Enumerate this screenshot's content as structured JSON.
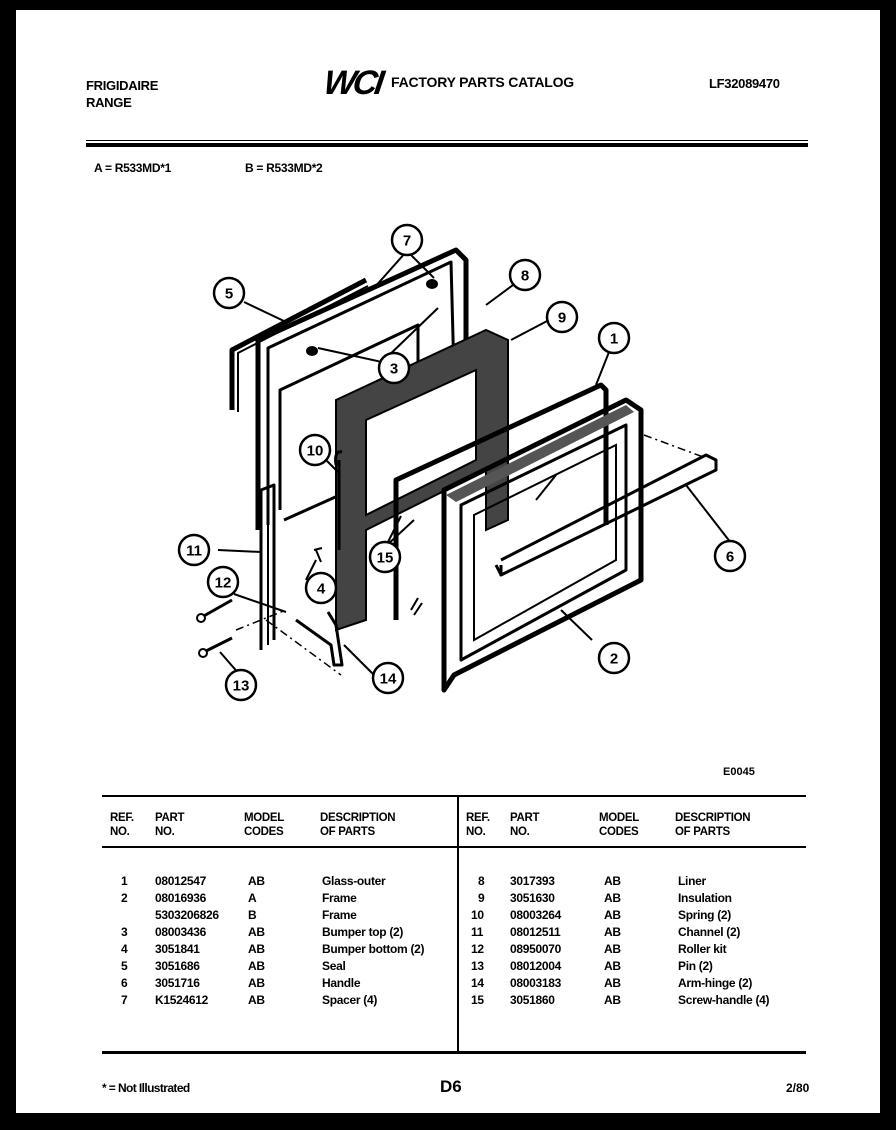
{
  "header": {
    "brand_line1": "FRIGIDAIRE",
    "brand_line2": "RANGE",
    "logo": "WCI",
    "catalog_title": "FACTORY PARTS CATALOG",
    "catalog_number": "LF32089470"
  },
  "models": {
    "a": "A = R533MD*1",
    "b": "B = R533MD*2"
  },
  "diagram": {
    "figure_id": "E0045",
    "callouts": [
      "1",
      "2",
      "3",
      "4",
      "5",
      "6",
      "7",
      "8",
      "9",
      "10",
      "11",
      "12",
      "13",
      "14",
      "15"
    ]
  },
  "table": {
    "headers": {
      "ref_line1": "REF.",
      "ref_line2": "NO.",
      "part_line1": "PART",
      "part_line2": "NO.",
      "model_line1": "MODEL",
      "model_line2": "CODES",
      "desc_line1": "DESCRIPTION",
      "desc_line2": "OF PARTS"
    },
    "left_rows": [
      {
        "ref": "1",
        "part": "08012547",
        "model": "AB",
        "desc": "Glass-outer"
      },
      {
        "ref": "2",
        "part": "08016936",
        "model": "A",
        "desc": "Frame"
      },
      {
        "ref": "",
        "part": "5303206826",
        "model": "B",
        "desc": "Frame"
      },
      {
        "ref": "3",
        "part": "08003436",
        "model": "AB",
        "desc": "Bumper top (2)"
      },
      {
        "ref": "4",
        "part": "3051841",
        "model": "AB",
        "desc": "Bumper bottom (2)"
      },
      {
        "ref": "5",
        "part": "3051686",
        "model": "AB",
        "desc": "Seal"
      },
      {
        "ref": "6",
        "part": "3051716",
        "model": "AB",
        "desc": "Handle"
      },
      {
        "ref": "7",
        "part": "K1524612",
        "model": "AB",
        "desc": "Spacer (4)"
      }
    ],
    "right_rows": [
      {
        "ref": "8",
        "part": "3017393",
        "model": "AB",
        "desc": "Liner"
      },
      {
        "ref": "9",
        "part": "3051630",
        "model": "AB",
        "desc": "Insulation"
      },
      {
        "ref": "10",
        "part": "08003264",
        "model": "AB",
        "desc": "Spring (2)"
      },
      {
        "ref": "11",
        "part": "08012511",
        "model": "AB",
        "desc": "Channel (2)"
      },
      {
        "ref": "12",
        "part": "08950070",
        "model": "AB",
        "desc": "Roller kit"
      },
      {
        "ref": "13",
        "part": "08012004",
        "model": "AB",
        "desc": "Pin (2)"
      },
      {
        "ref": "14",
        "part": "08003183",
        "model": "AB",
        "desc": "Arm-hinge (2)"
      },
      {
        "ref": "15",
        "part": "3051860",
        "model": "AB",
        "desc": "Screw-handle (4)"
      }
    ]
  },
  "footer": {
    "note": "* = Not Illustrated",
    "page": "D6",
    "date": "2/80"
  }
}
